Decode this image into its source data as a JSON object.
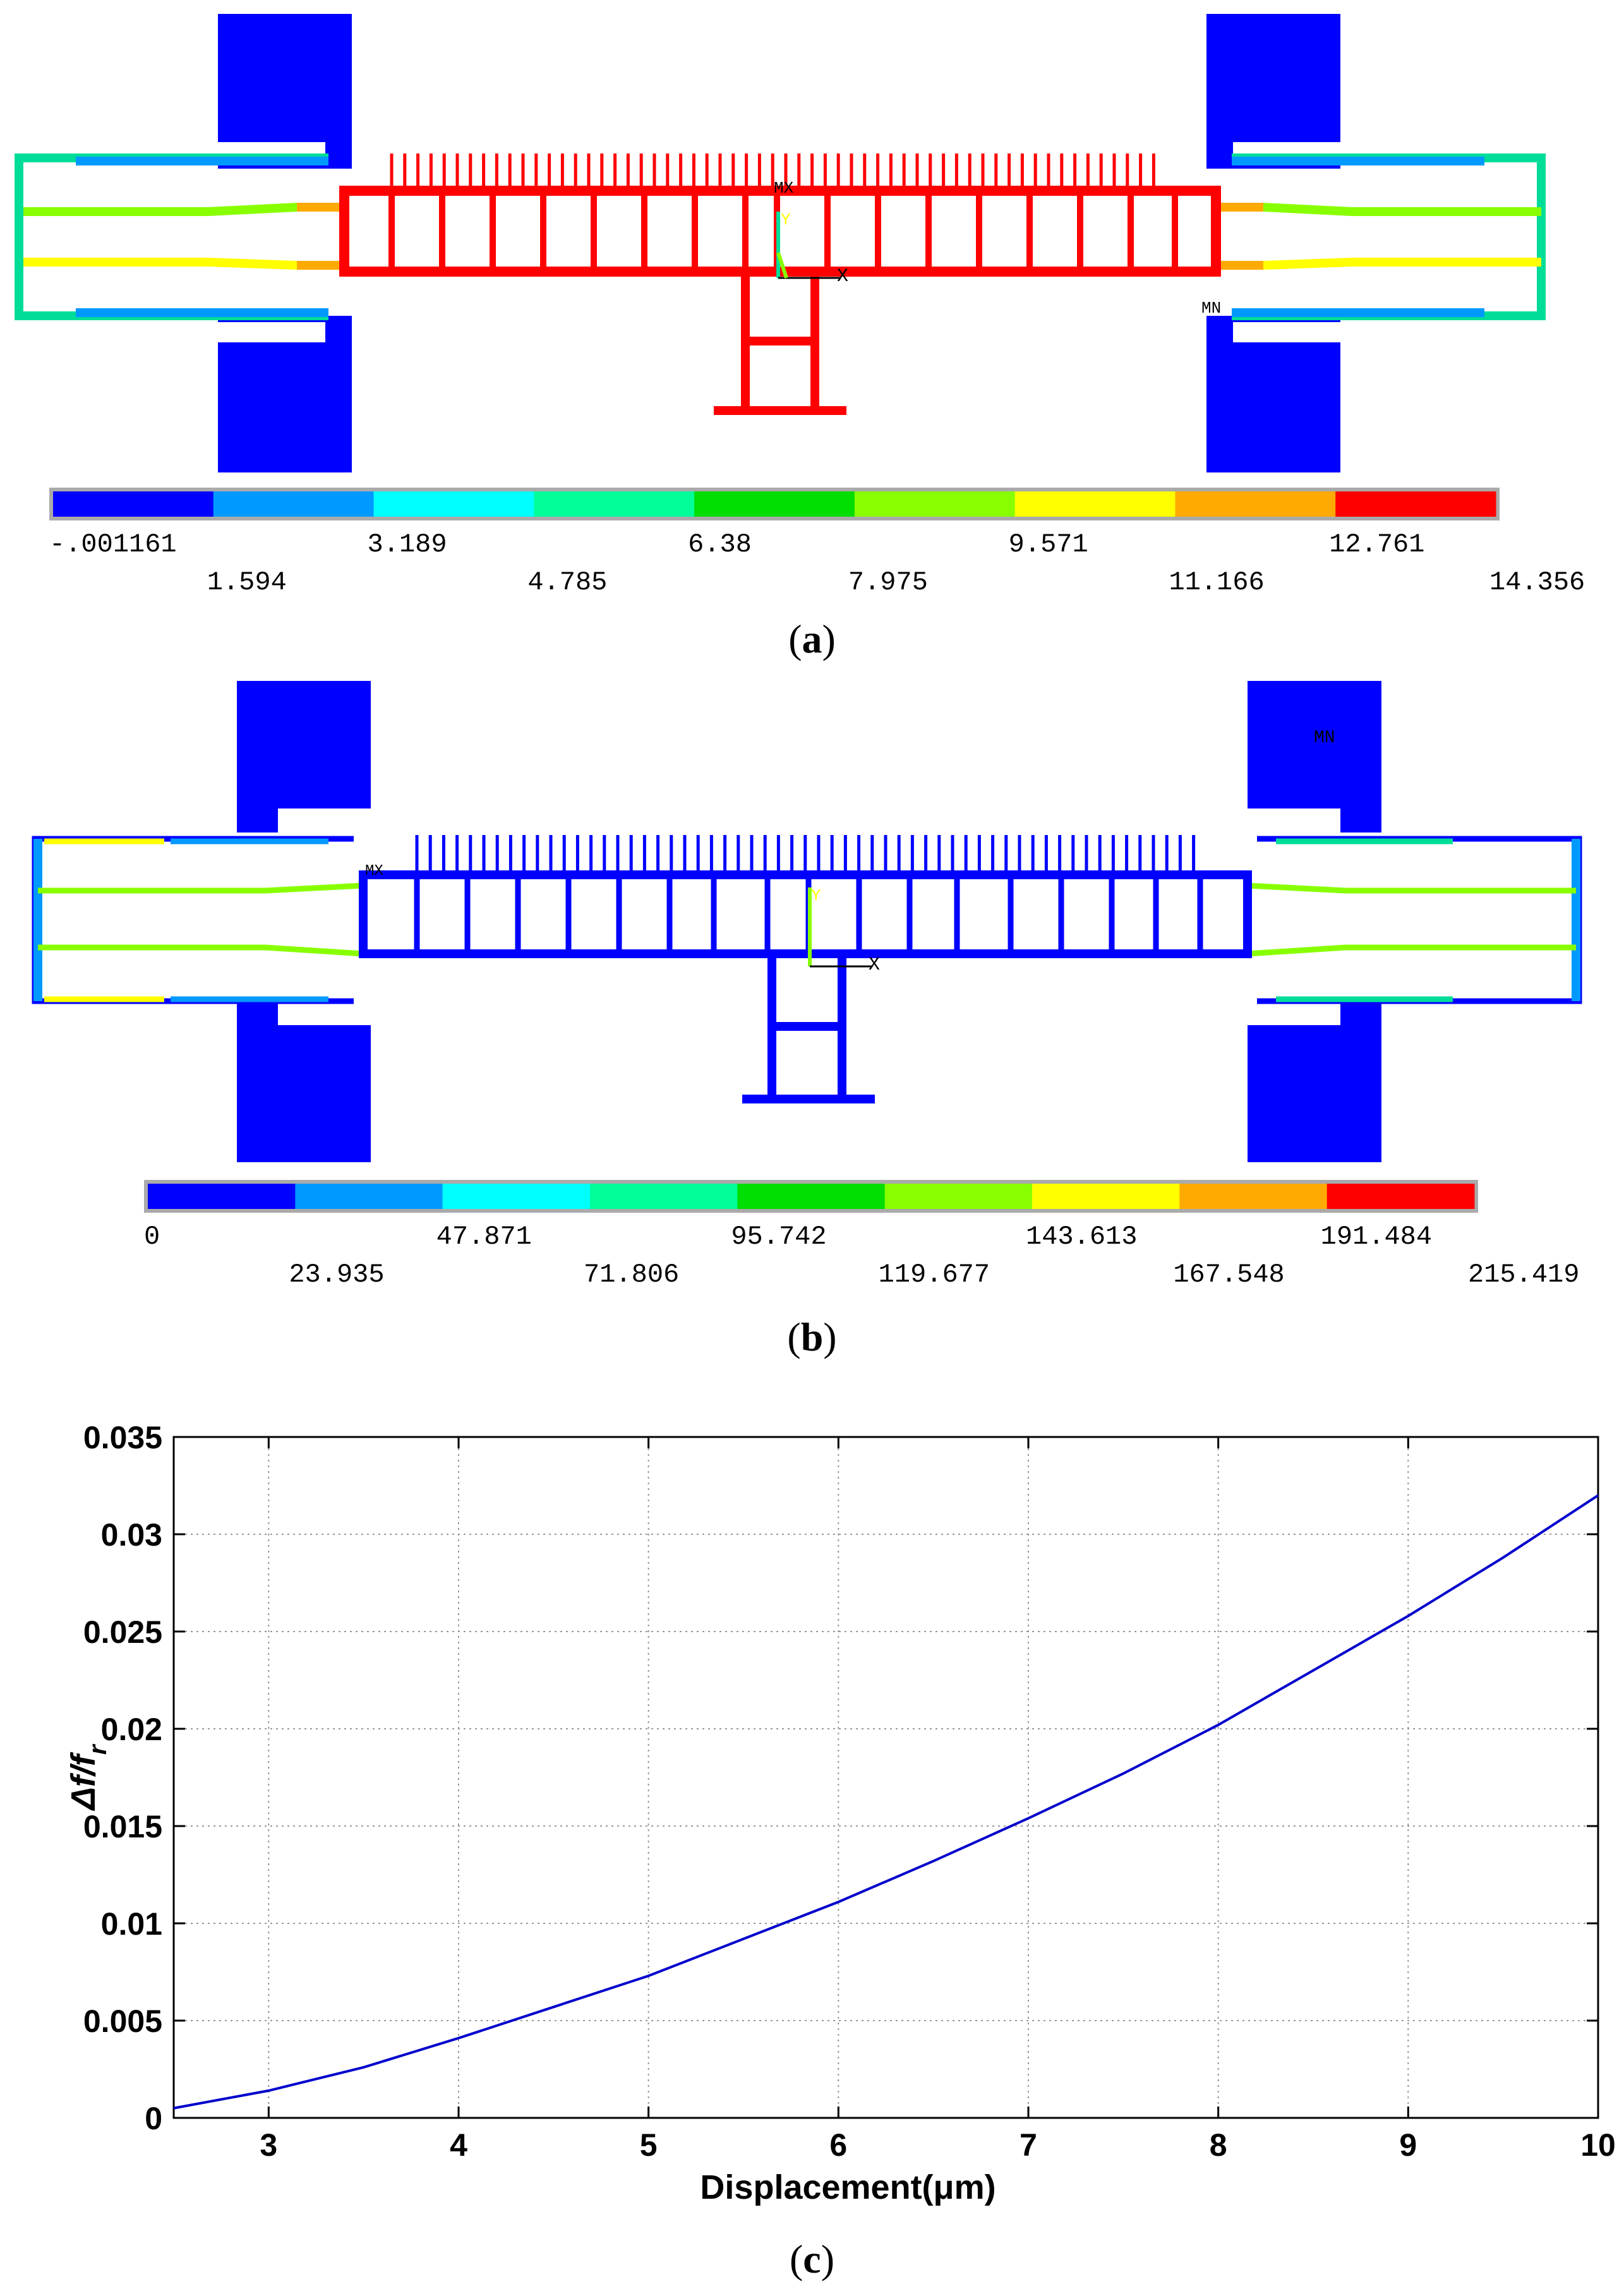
{
  "colors": {
    "contour_bands": [
      "#0000ff",
      "#0099ff",
      "#00ffff",
      "#00ff99",
      "#00dd00",
      "#88ff00",
      "#ffff00",
      "#ffaa00",
      "#ff0000"
    ],
    "curve": "#0000cc",
    "structure_a": "#ff0000",
    "structure_b": "#0000ff"
  },
  "figure_a": {
    "caption_letter": "a",
    "node_labels": {
      "max": "MX",
      "min": "MN",
      "axis_x": "X",
      "axis_y": "Y"
    },
    "legend_values": [
      "-.001161",
      "1.594",
      "3.189",
      "4.785",
      "6.38",
      "7.975",
      "9.571",
      "11.166",
      "12.761",
      "14.356"
    ]
  },
  "figure_b": {
    "caption_letter": "b",
    "node_labels": {
      "max": "MX",
      "min": "MN",
      "axis_x": "X",
      "axis_y": "Y"
    },
    "legend_values": [
      "0",
      "23.935",
      "47.871",
      "71.806",
      "95.742",
      "119.677",
      "143.613",
      "167.548",
      "191.484",
      "215.419"
    ]
  },
  "figure_c": {
    "caption_letter": "c"
  },
  "chart_data": {
    "type": "line",
    "title": "",
    "xlabel": "Displacement(μm)",
    "ylabel": "Δf/f_r",
    "ylabel_main": "Δf/f",
    "ylabel_sub": "r",
    "xlim": [
      2.5,
      10
    ],
    "ylim": [
      0,
      0.035
    ],
    "xticks": [
      3,
      4,
      5,
      6,
      7,
      8,
      9,
      10
    ],
    "xtick_labels": [
      "3",
      "4",
      "5",
      "6",
      "7",
      "8",
      "9",
      "10"
    ],
    "yticks": [
      0,
      0.005,
      0.01,
      0.015,
      0.02,
      0.025,
      0.03,
      0.035
    ],
    "ytick_labels": [
      "0",
      "0.005",
      "0.01",
      "0.015",
      "0.02",
      "0.025",
      "0.03",
      "0.035"
    ],
    "grid": true,
    "series": [
      {
        "x": [
          2.5,
          3,
          3.5,
          4,
          4.5,
          5,
          5.5,
          6,
          6.5,
          7,
          7.5,
          8,
          8.5,
          9,
          9.5,
          10
        ],
        "y": [
          0.0005,
          0.0014,
          0.0026,
          0.0041,
          0.0057,
          0.0073,
          0.0092,
          0.0111,
          0.0132,
          0.0154,
          0.0177,
          0.0202,
          0.023,
          0.0258,
          0.0288,
          0.032
        ]
      }
    ]
  }
}
